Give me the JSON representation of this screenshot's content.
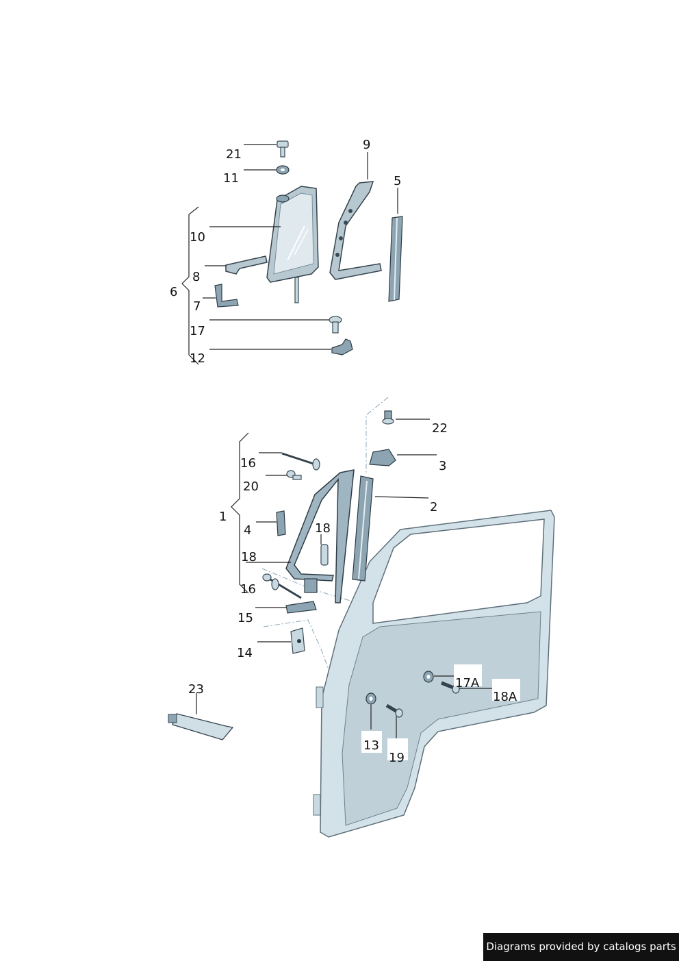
{
  "callouts": {
    "c21": "21",
    "c11": "11",
    "c9": "9",
    "c5": "5",
    "c10": "10",
    "c8": "8",
    "c6": "6",
    "c7": "7",
    "c17": "17",
    "c12": "12",
    "c22": "22",
    "c16a": "16",
    "c3": "3",
    "c20": "20",
    "c2": "2",
    "c1": "1",
    "c4": "4",
    "c18a": "18",
    "c18b": "18",
    "c16b": "16",
    "c15": "15",
    "c14": "14",
    "c23": "23",
    "c17A": "17A",
    "c18A": "18A",
    "c13": "13",
    "c19": "19"
  },
  "credit": "Diagrams provided by catalogs parts",
  "colors": {
    "part": "#c9d9e1",
    "part_dark": "#8da5b2",
    "ink": "#111111",
    "credit_bg": "#111111"
  }
}
